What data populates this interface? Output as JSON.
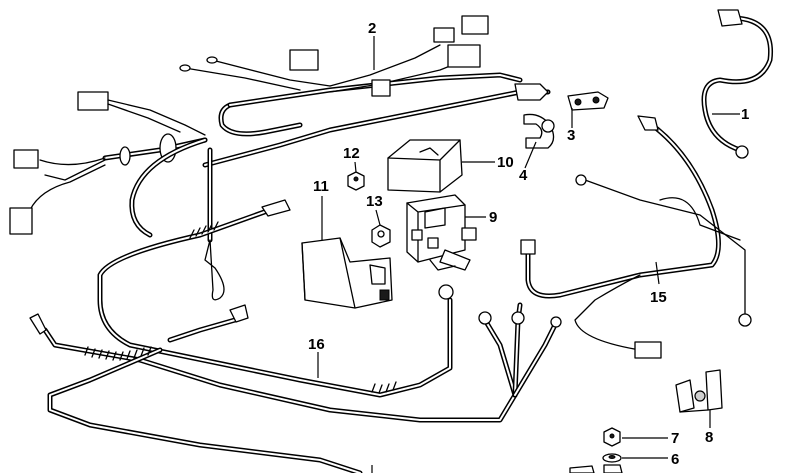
{
  "diagram": {
    "callouts": [
      {
        "id": "1",
        "label": "1"
      },
      {
        "id": "2",
        "label": "2"
      },
      {
        "id": "3",
        "label": "3"
      },
      {
        "id": "4",
        "label": "4"
      },
      {
        "id": "6",
        "label": "6"
      },
      {
        "id": "7",
        "label": "7"
      },
      {
        "id": "8",
        "label": "8"
      },
      {
        "id": "9",
        "label": "9"
      },
      {
        "id": "10",
        "label": "10"
      },
      {
        "id": "11",
        "label": "11"
      },
      {
        "id": "12",
        "label": "12"
      },
      {
        "id": "13",
        "label": "13"
      },
      {
        "id": "15",
        "label": "15"
      },
      {
        "id": "16",
        "label": "16"
      }
    ]
  }
}
